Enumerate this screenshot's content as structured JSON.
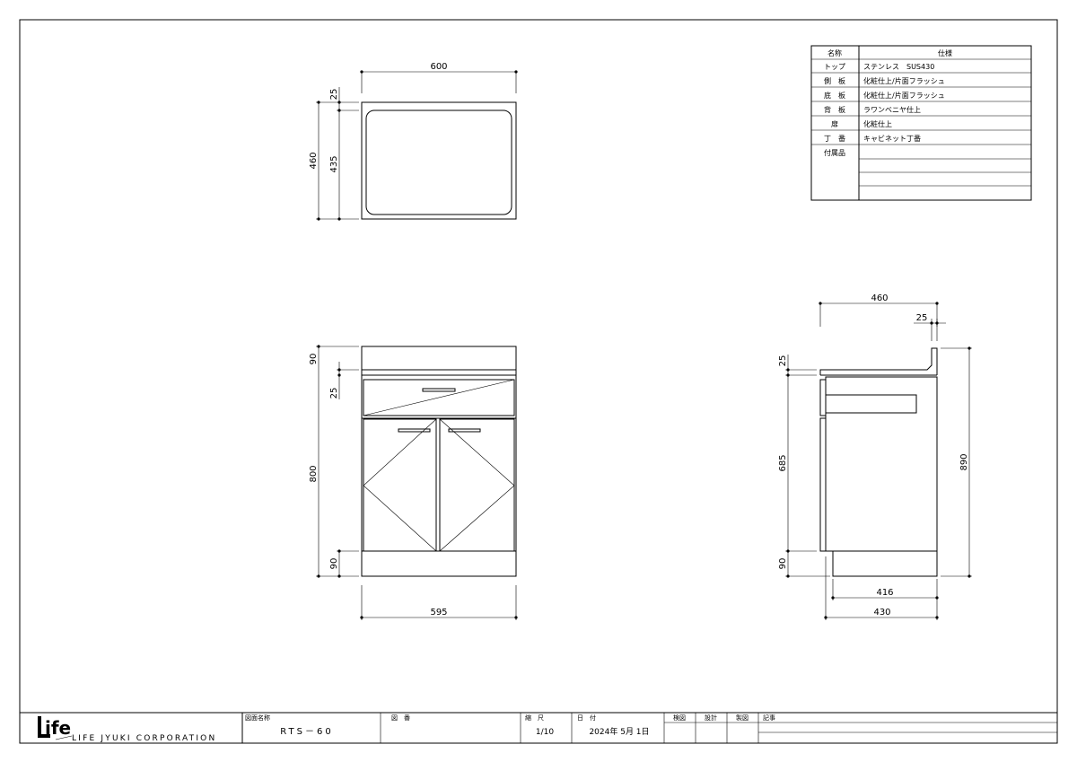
{
  "top_view": {
    "width": "600",
    "depth": "460",
    "back_lip": "25",
    "inner": "435"
  },
  "front_view": {
    "top": "90",
    "drawer": "25",
    "body": "800",
    "base": "90",
    "width": "595"
  },
  "side_view": {
    "depth": "460",
    "lip": "25",
    "top": "25",
    "door": "685",
    "base": "90",
    "height": "890",
    "inner": "416",
    "bottom": "430"
  },
  "spec_table": {
    "header": {
      "name": "名称",
      "spec": "仕様"
    },
    "rows": [
      {
        "name": "トップ",
        "spec": "ステンレス　SUS430"
      },
      {
        "name": "側　板",
        "spec": "化粧仕上/片面フラッシュ"
      },
      {
        "name": "底　板",
        "spec": "化粧仕上/片面フラッシュ"
      },
      {
        "name": "背　板",
        "spec": "ラワンベニヤ仕上"
      },
      {
        "name": "扉",
        "spec": "化粧仕上"
      },
      {
        "name": "丁　番",
        "spec": "キャビネット丁番"
      },
      {
        "name": "付属品",
        "spec": ""
      }
    ]
  },
  "title_block": {
    "logo": "ife",
    "company": "LIFE JYUKI CORPORATION",
    "drawing_name_label": "図面名称",
    "drawing_name": "RTS－60",
    "drawing_no_label": "図　番",
    "scale_label": "縮　尺",
    "scale": "1/10",
    "date_label": "日　付",
    "date": "2024年 5月 1日",
    "check_label": "検図",
    "design_label": "設計",
    "draft_label": "製図",
    "notes_label": "記事"
  }
}
